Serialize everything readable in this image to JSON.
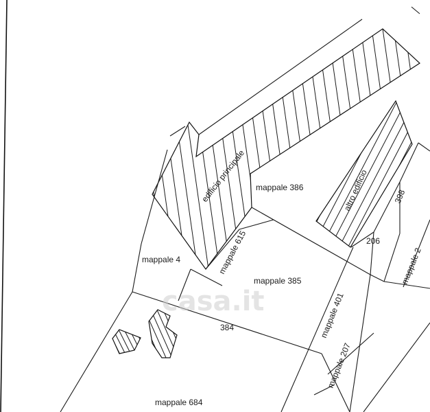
{
  "map": {
    "watermark": "casa.it",
    "buildings": {
      "main": "edificio principale",
      "other": "altro edificio"
    },
    "parcels": {
      "p386": "mappale 386",
      "p4": "mappale 4",
      "p615": "mappale 615",
      "p385": "mappale 385",
      "p384": "384",
      "p401": "mappale 401",
      "p207": "mappale 207",
      "p206": "206",
      "p398": "398",
      "p684": "mappale 684",
      "p2edge": "mappale 2"
    }
  }
}
